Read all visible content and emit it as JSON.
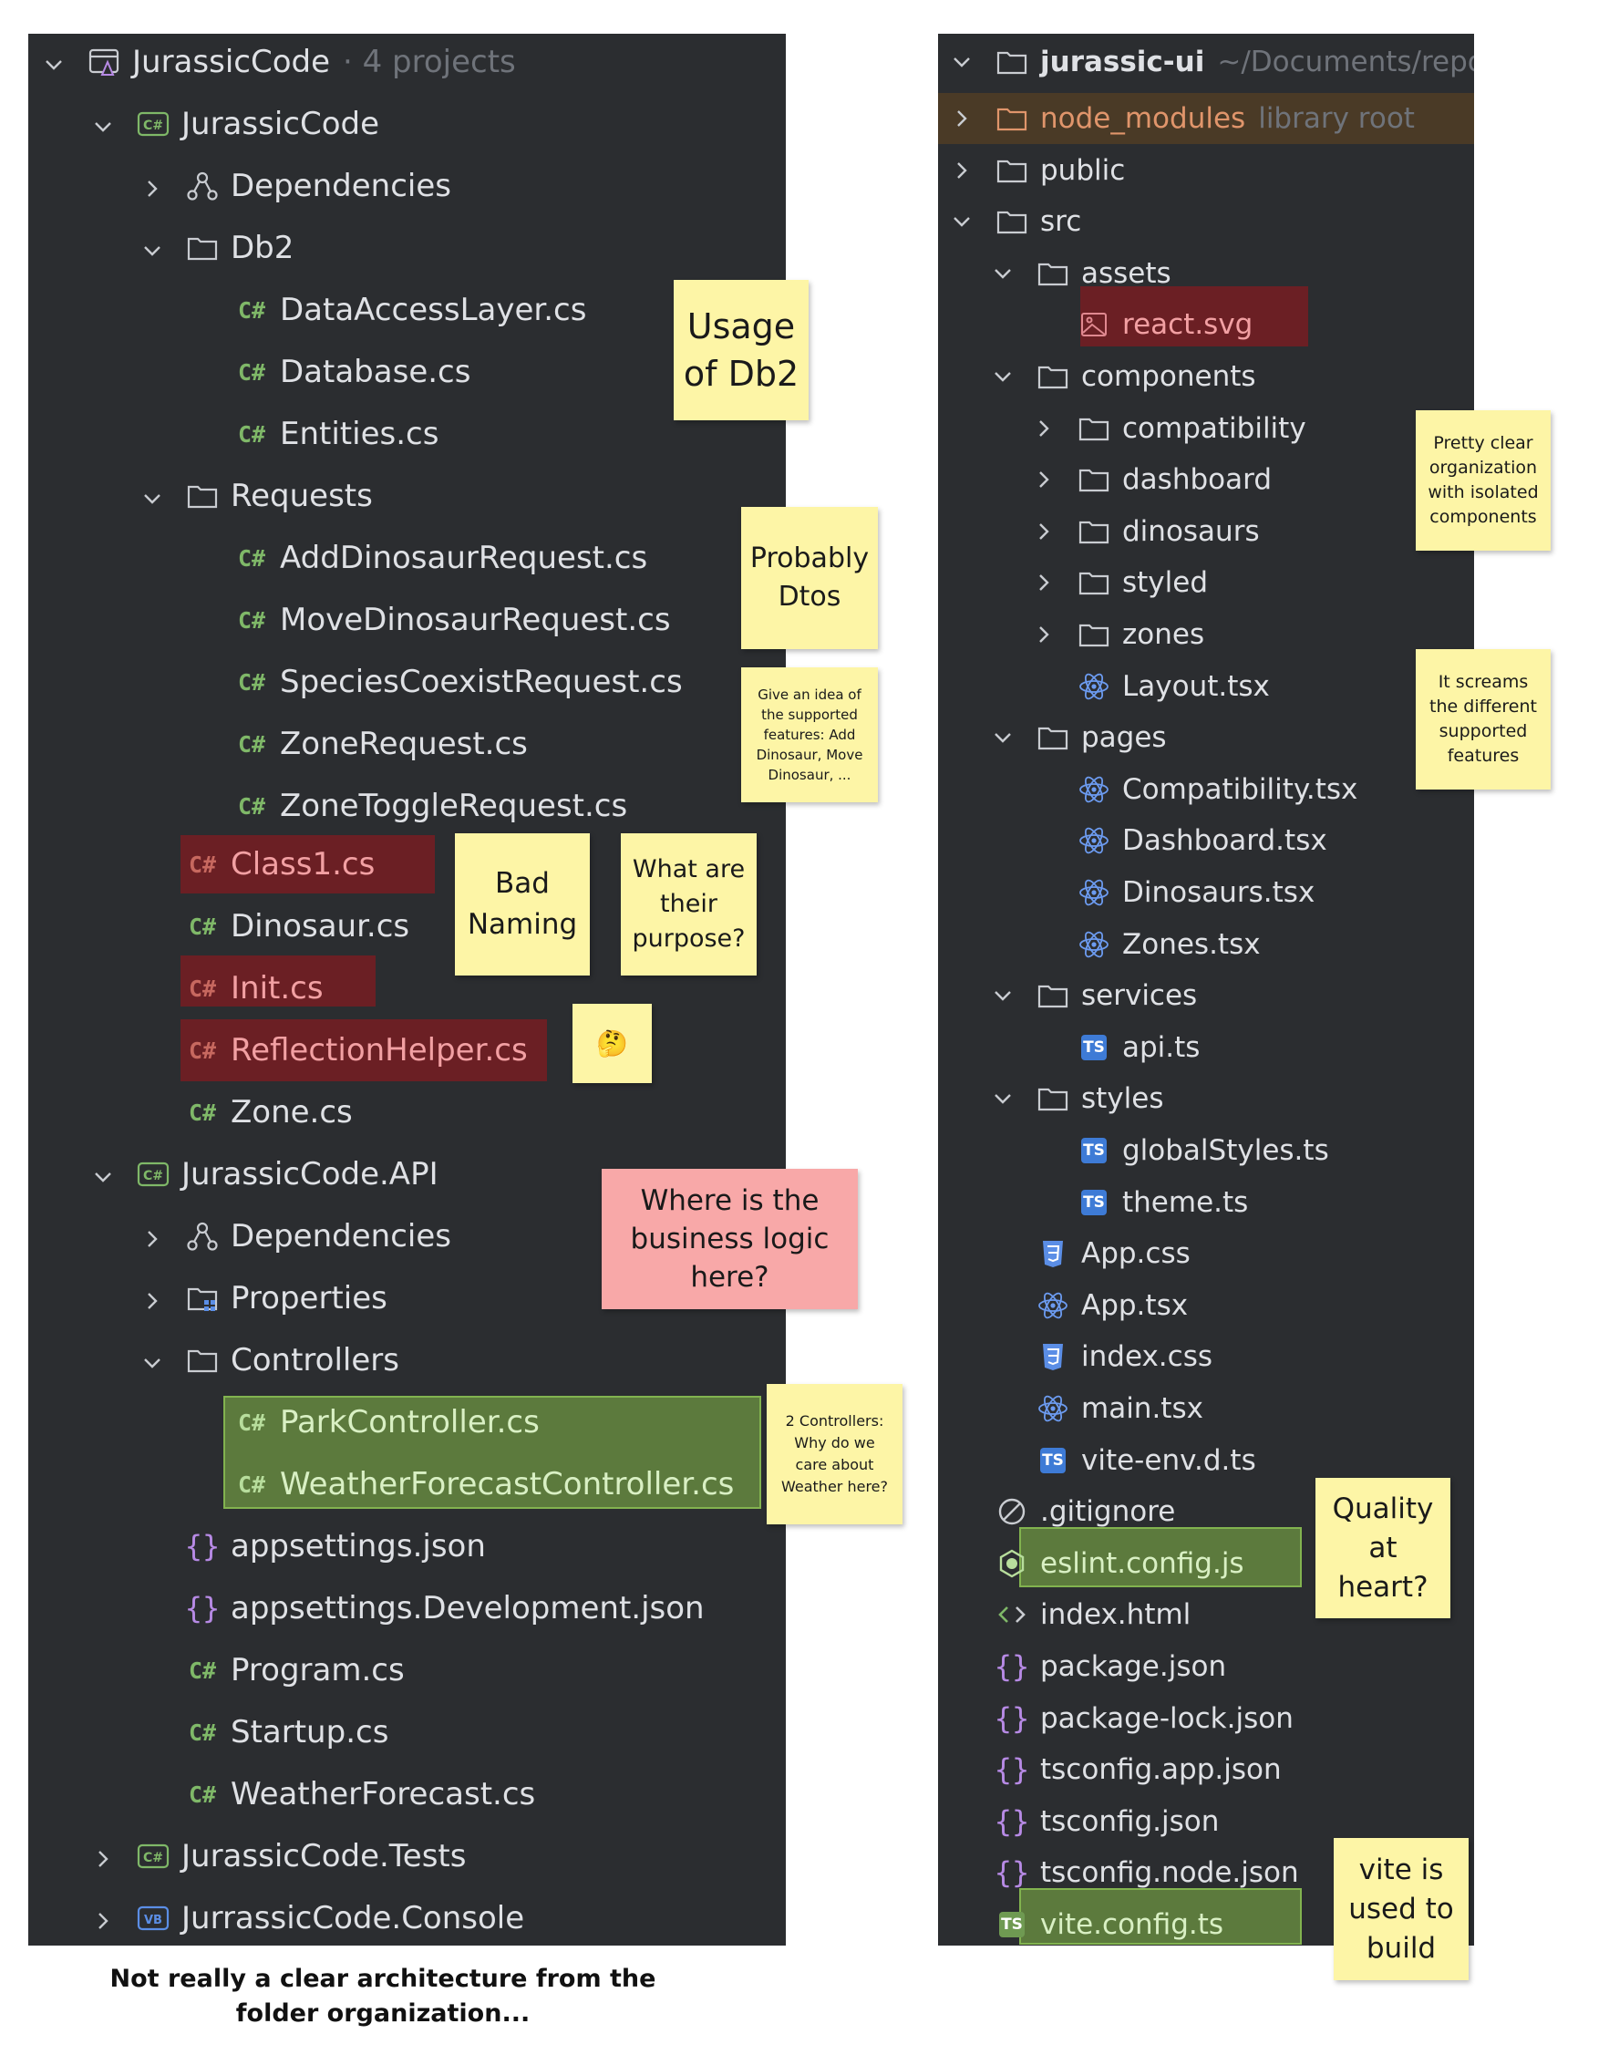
{
  "left": {
    "root_title": "JurassicCode",
    "root_suffix": "· 4 projects",
    "items": [
      {
        "label": "JurassicCode"
      },
      {
        "label": "Dependencies"
      },
      {
        "label": "Db2"
      },
      {
        "label": "DataAccessLayer.cs"
      },
      {
        "label": "Database.cs"
      },
      {
        "label": "Entities.cs"
      },
      {
        "label": "Requests"
      },
      {
        "label": "AddDinosaurRequest.cs"
      },
      {
        "label": "MoveDinosaurRequest.cs"
      },
      {
        "label": "SpeciesCoexistRequest.cs"
      },
      {
        "label": "ZoneRequest.cs"
      },
      {
        "label": "ZoneToggleRequest.cs"
      },
      {
        "label": "Class1.cs"
      },
      {
        "label": "Dinosaur.cs"
      },
      {
        "label": "Init.cs"
      },
      {
        "label": "ReflectionHelper.cs"
      },
      {
        "label": "Zone.cs"
      },
      {
        "label": "JurassicCode.API"
      },
      {
        "label": "Dependencies"
      },
      {
        "label": "Properties"
      },
      {
        "label": "Controllers"
      },
      {
        "label": "ParkController.cs"
      },
      {
        "label": "WeatherForecastController.cs"
      },
      {
        "label": "appsettings.json"
      },
      {
        "label": "appsettings.Development.json"
      },
      {
        "label": "Program.cs"
      },
      {
        "label": "Startup.cs"
      },
      {
        "label": "WeatherForecast.cs"
      },
      {
        "label": "JurassicCode.Tests"
      },
      {
        "label": "JurrassicCode.Console"
      }
    ]
  },
  "right": {
    "root_title": "jurassic-ui",
    "root_path": "~/Documents/repos/ju",
    "node_modules_hint": "library root",
    "items": [
      {
        "label": "node_modules"
      },
      {
        "label": "public"
      },
      {
        "label": "src"
      },
      {
        "label": "assets"
      },
      {
        "label": "react.svg"
      },
      {
        "label": "components"
      },
      {
        "label": "compatibility"
      },
      {
        "label": "dashboard"
      },
      {
        "label": "dinosaurs"
      },
      {
        "label": "styled"
      },
      {
        "label": "zones"
      },
      {
        "label": "Layout.tsx"
      },
      {
        "label": "pages"
      },
      {
        "label": "Compatibility.tsx"
      },
      {
        "label": "Dashboard.tsx"
      },
      {
        "label": "Dinosaurs.tsx"
      },
      {
        "label": "Zones.tsx"
      },
      {
        "label": "services"
      },
      {
        "label": "api.ts"
      },
      {
        "label": "styles"
      },
      {
        "label": "globalStyles.ts"
      },
      {
        "label": "theme.ts"
      },
      {
        "label": "App.css"
      },
      {
        "label": "App.tsx"
      },
      {
        "label": "index.css"
      },
      {
        "label": "main.tsx"
      },
      {
        "label": "vite-env.d.ts"
      },
      {
        "label": ".gitignore"
      },
      {
        "label": "eslint.config.js"
      },
      {
        "label": "index.html"
      },
      {
        "label": "package.json"
      },
      {
        "label": "package-lock.json"
      },
      {
        "label": "tsconfig.app.json"
      },
      {
        "label": "tsconfig.json"
      },
      {
        "label": "tsconfig.node.json"
      },
      {
        "label": "vite.config.ts"
      }
    ]
  },
  "notes": {
    "usage_db2": "Usage\nof Db2",
    "probably_dtos": "Probably\nDtos",
    "give_idea": "Give an idea of the supported features: Add Dinosaur, Move Dinosaur, ...",
    "bad_naming": "Bad\nNaming",
    "what_purpose": "What are\ntheir\npurpose?",
    "thinking": "🤔",
    "business_logic": "Where is the\nbusiness logic\nhere?",
    "two_controllers": "2 Controllers:\nWhy do we\ncare about\nWeather here?",
    "pretty_clear": "Pretty clear\norganization\nwith isolated\ncomponents",
    "screams": "It screams\nthe different\nsupported\nfeatures",
    "quality": "Quality\nat\nheart?",
    "vite_build": "vite is\nused to\nbuild"
  },
  "caption": "Not really a clear architecture from the\nfolder organization..."
}
